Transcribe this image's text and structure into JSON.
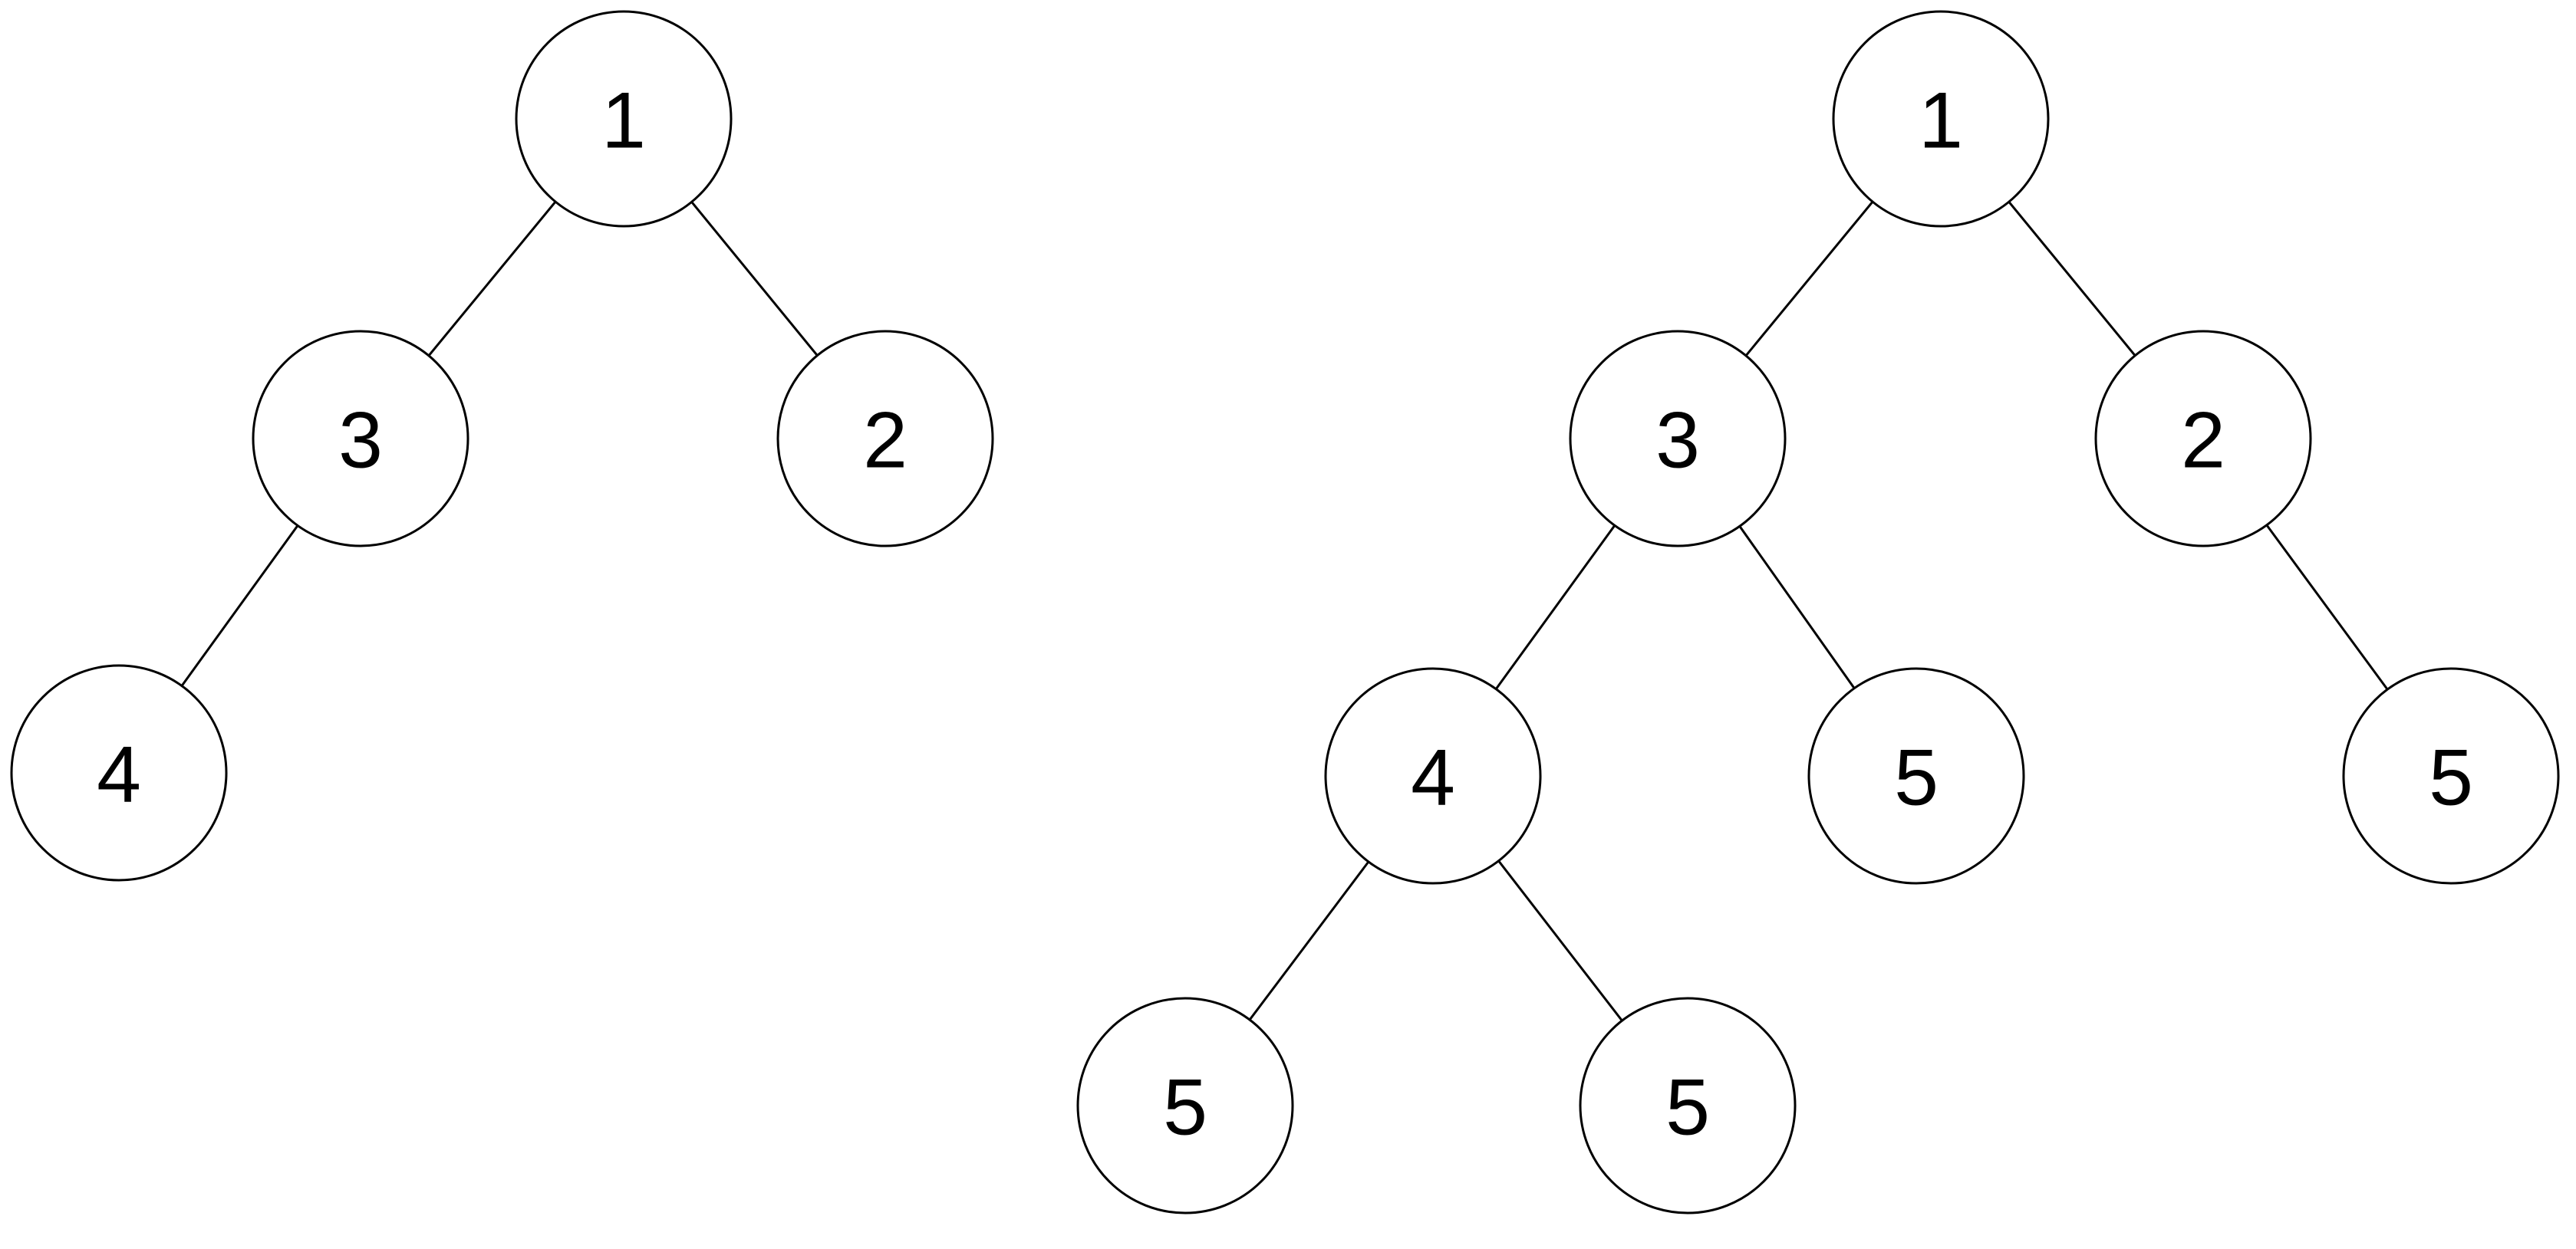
{
  "palette": {
    "background": "#ffffff",
    "node_fill": "#ffffff",
    "node_stroke": "#000000",
    "edge_color": "#000000",
    "text_color": "#000000"
  },
  "trees": [
    {
      "name": "left-tree",
      "nodes": [
        {
          "value": "1"
        },
        {
          "value": "3"
        },
        {
          "value": "2"
        },
        {
          "value": "4"
        }
      ],
      "edges": [
        [
          0,
          1
        ],
        [
          0,
          2
        ],
        [
          1,
          3
        ]
      ]
    },
    {
      "name": "right-tree",
      "nodes": [
        {
          "value": "1"
        },
        {
          "value": "3"
        },
        {
          "value": "2"
        },
        {
          "value": "4"
        },
        {
          "value": "5"
        },
        {
          "value": "5"
        },
        {
          "value": "5"
        },
        {
          "value": "5"
        }
      ],
      "edges": [
        [
          0,
          1
        ],
        [
          0,
          2
        ],
        [
          1,
          3
        ],
        [
          1,
          4
        ],
        [
          2,
          5
        ],
        [
          3,
          6
        ],
        [
          3,
          7
        ]
      ]
    }
  ]
}
